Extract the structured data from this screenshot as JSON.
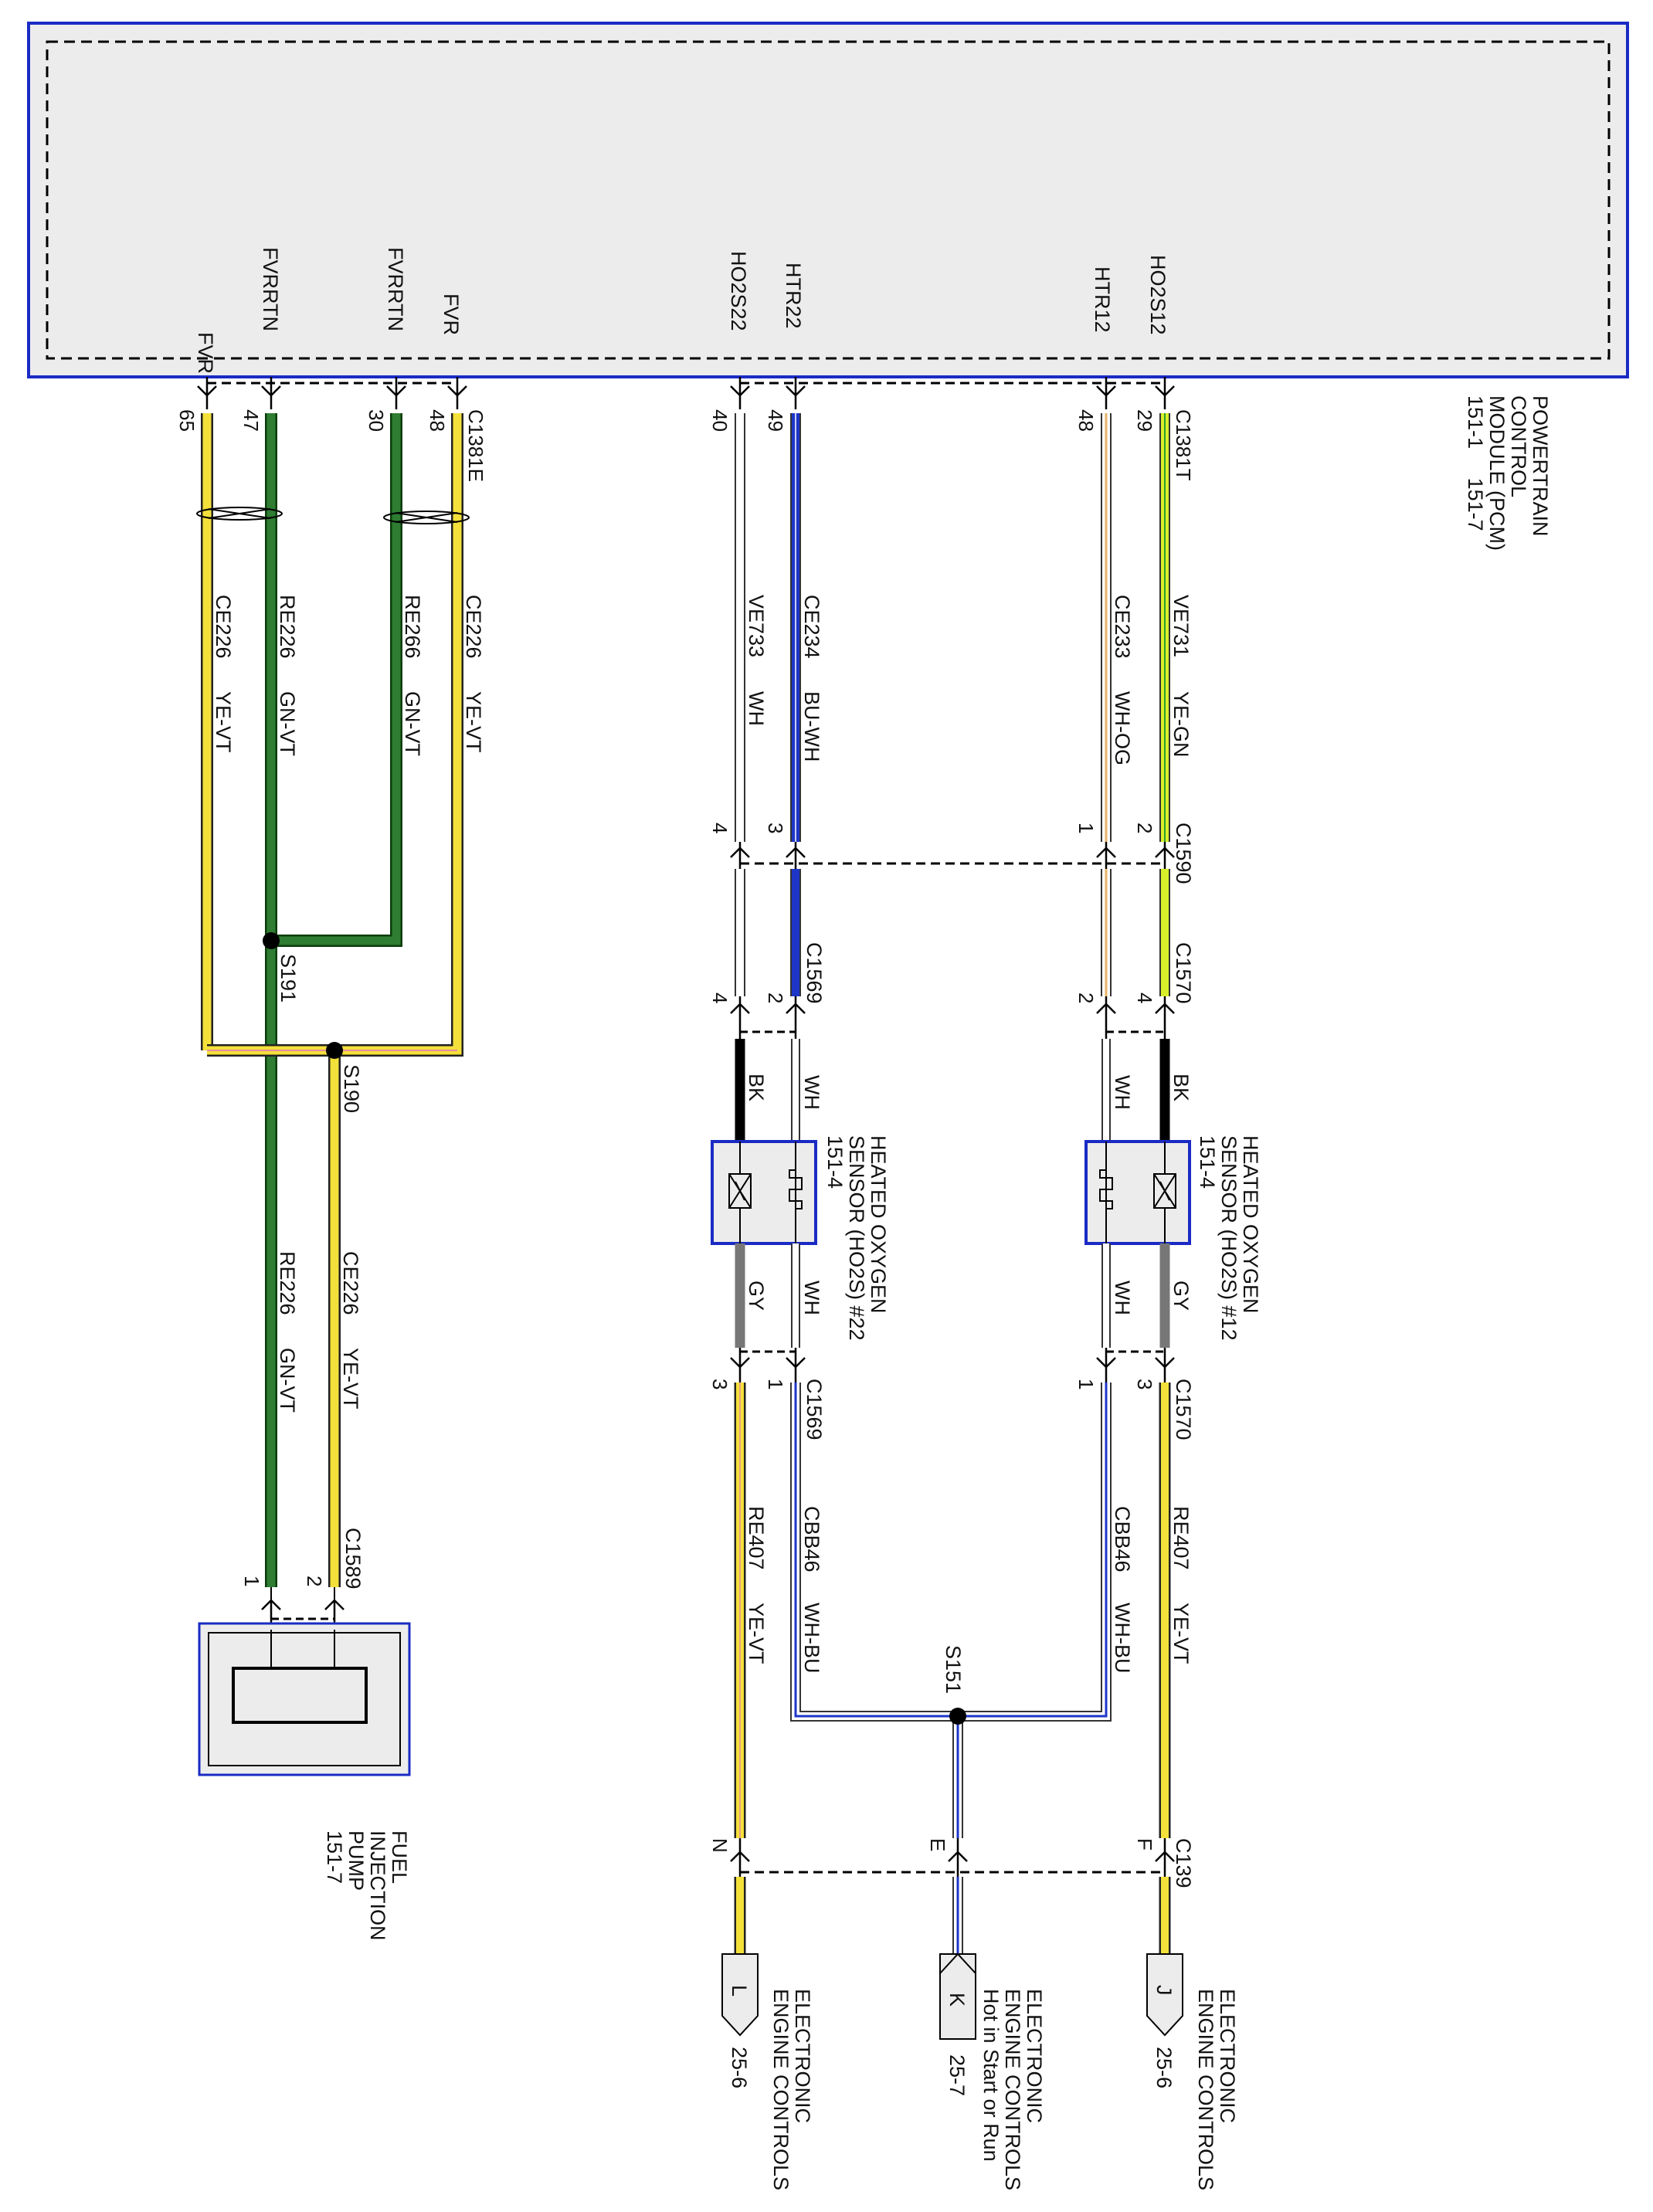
{
  "pcm": {
    "title_lines": [
      "POWERTRAIN",
      "CONTROL",
      "MODULE (PCM)",
      "151-1     151-7"
    ],
    "connector_e": "C1381E",
    "connector_t": "C1381T",
    "pins": [
      "FVR",
      "FVRRTN",
      "FVRRTN",
      "FVR",
      "HO2S22",
      "HTR22",
      "HTR12",
      "HO2S12"
    ],
    "pin_numbers": [
      "65",
      "47",
      "30",
      "48",
      "40",
      "49",
      "48",
      "29"
    ]
  },
  "wires": {
    "fvr1": {
      "circuit": "CE226",
      "color": "YE-VT"
    },
    "fvrrtn1": {
      "circuit": "RE226",
      "color": "GN-VT"
    },
    "fvrrtn2": {
      "circuit": "RE266",
      "color": "GN-VT"
    },
    "fvr2": {
      "circuit": "CE226",
      "color": "YE-VT"
    },
    "ho2s22": {
      "circuit": "VE733",
      "color": "WH"
    },
    "htr22": {
      "circuit": "CE234",
      "color": "BU-WH"
    },
    "htr12": {
      "circuit": "CE233",
      "color": "WH-OG"
    },
    "ho2s12": {
      "circuit": "VE731",
      "color": "YE-GN"
    },
    "pump_rtn": {
      "circuit": "RE226",
      "color": "GN-VT"
    },
    "pump_fvr": {
      "circuit": "CE226",
      "color": "YE-VT"
    },
    "left_sig": {
      "circuit": "RE407",
      "color": "YE-VT"
    },
    "left_pwr": {
      "circuit": "CBB46",
      "color": "WH-BU"
    },
    "right_pwr": {
      "circuit": "CBB46",
      "color": "WH-BU"
    },
    "right_sig": {
      "circuit": "RE407",
      "color": "YE-VT"
    }
  },
  "sensor_wires": {
    "bk": "BK",
    "wh": "WH",
    "gy": "GY"
  },
  "splices": {
    "s191": "S191",
    "s190": "S190",
    "s151": "S151"
  },
  "connectors": {
    "c1590": "C1590",
    "c1569": "C1569",
    "c1570": "C1570",
    "c1589": "C1589",
    "c139": "C139"
  },
  "pin_labels": {
    "c1590_left": [
      "4",
      "3"
    ],
    "c1590_right": [
      "1",
      "2"
    ],
    "c1569_top": [
      "4",
      "2"
    ],
    "c1570_top": [
      "2",
      "4"
    ],
    "c1569_bottom": [
      "3",
      "1"
    ],
    "c1570_bottom": [
      "1",
      "3"
    ],
    "c1589": [
      "1",
      "2"
    ],
    "c139": [
      "N",
      "E",
      "F"
    ]
  },
  "sensor22": {
    "lines": [
      "HEATED OXYGEN",
      "SENSOR (HO2S) #22",
      "151-4"
    ]
  },
  "sensor12": {
    "lines": [
      "HEATED OXYGEN",
      "SENSOR (HO2S) #12",
      "151-4"
    ]
  },
  "pump": {
    "lines": [
      "FUEL",
      "INJECTION",
      "PUMP",
      "151-7"
    ]
  },
  "refs": {
    "l": {
      "letter": "L",
      "page": "25-6",
      "lines": [
        "ELECTRONIC",
        "ENGINE CONTROLS"
      ]
    },
    "k": {
      "letter": "K",
      "page": "25-7",
      "lines": [
        "ELECTRONIC",
        "ENGINE CONTROLS",
        "Hot in Start or Run"
      ]
    },
    "j": {
      "letter": "J",
      "page": "25-6",
      "lines": [
        "ELECTRONIC",
        "ENGINE CONTROLS"
      ]
    }
  },
  "colors": {
    "yellow": "#f4e03a",
    "green": "#2e7d32",
    "blue": "#1d36c8",
    "black": "#000000",
    "gray": "#777777",
    "box_fill": "#ececec",
    "border_blue": "#1a2bc4"
  }
}
